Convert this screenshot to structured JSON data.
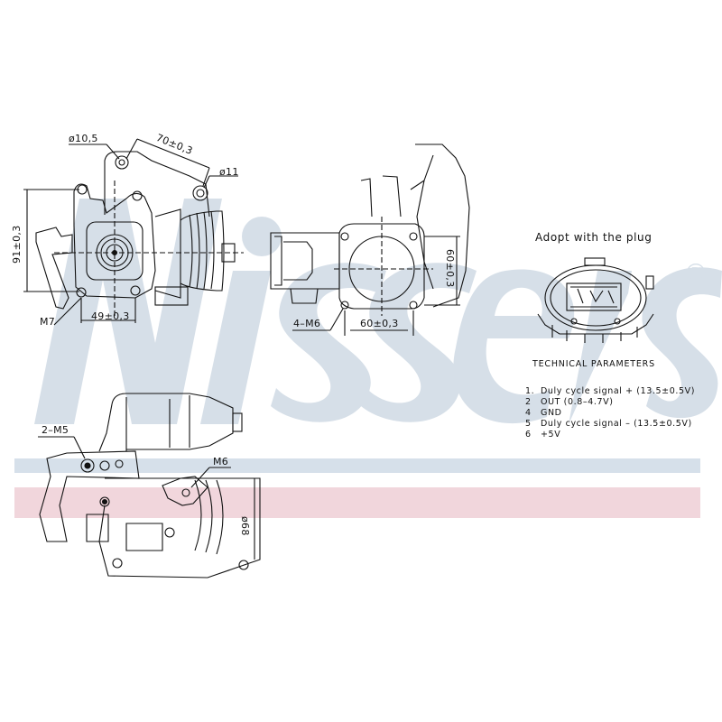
{
  "watermark": {
    "brand": "Nissens",
    "registered_mark": "®",
    "color": "#d6dfe8",
    "stripes": [
      {
        "name": "blue-stripe",
        "color": "#d6e0ea"
      },
      {
        "name": "pink-stripe",
        "color": "#f1d6dc"
      }
    ]
  },
  "views": {
    "front_view": {
      "dims": {
        "hole_top_left": "ø10,5",
        "bracket_length": "70±0,3",
        "hole_right": "ø11",
        "height": "91±0,3",
        "thread": "M7",
        "width": "49±0,3"
      }
    },
    "side_view": {
      "dims": {
        "thread": "4–M6",
        "width": "60±0,3",
        "height": "60±0,3"
      }
    },
    "top_view": {
      "dims": {
        "thread_left": "2–M5",
        "thread_right": "M6",
        "diameter": "ø68"
      }
    }
  },
  "plug": {
    "title": "Adopt with the plug"
  },
  "technical_parameters": {
    "title": "TECHNICAL  PARAMETERS",
    "items": [
      {
        "num": "1.",
        "text": "Duly  cycle  signal  +  (13.5±0.5V)"
      },
      {
        "num": "2",
        "text": "OUT  (0.8–4.7V)"
      },
      {
        "num": "4",
        "text": "GND"
      },
      {
        "num": "5",
        "text": "Duly  cycle  signal  –  (13.5±0.5V)"
      },
      {
        "num": "6",
        "text": "+5V"
      }
    ]
  }
}
